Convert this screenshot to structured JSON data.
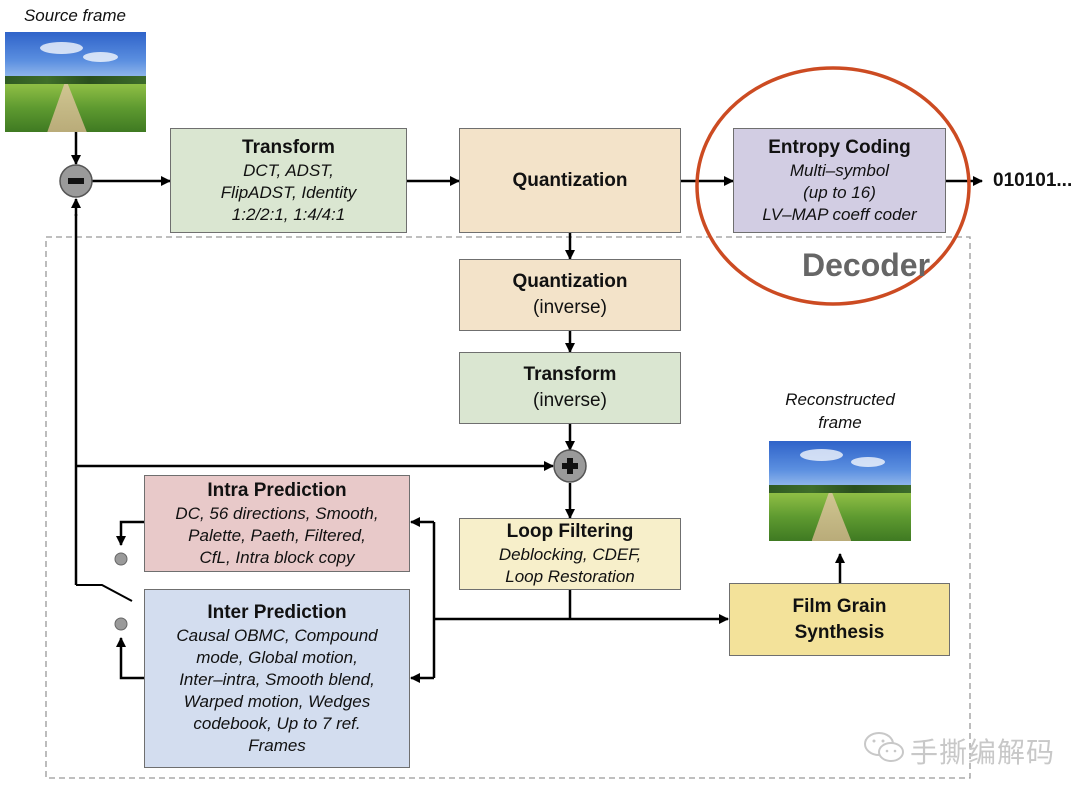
{
  "labels": {
    "source_frame": "Source frame",
    "reconstructed_frame_line1": "Reconstructed",
    "reconstructed_frame_line2": "frame",
    "bitstream": "010101...",
    "decoder": "Decoder",
    "watermark": "手撕编解码"
  },
  "operators": {
    "subtract": "minus",
    "add": "plus"
  },
  "blocks": {
    "transform": {
      "title": "Transform",
      "lines": [
        "DCT, ADST,",
        "FlipADST, Identity",
        "1:2/2:1, 1:4/4:1"
      ],
      "color": "#dae6d1"
    },
    "quantization": {
      "title": "Quantization",
      "color": "#f3e3c9"
    },
    "entropy_coding": {
      "title": "Entropy Coding",
      "lines": [
        "Multi–symbol",
        "(up to 16)",
        "LV–MAP coeff coder"
      ],
      "color": "#d2cde3"
    },
    "quantization_inverse": {
      "title_lines": [
        "Quantization",
        "(inverse)"
      ],
      "color": "#f3e3c9"
    },
    "transform_inverse": {
      "title_lines": [
        "Transform",
        "(inverse)"
      ],
      "color": "#dae6d1"
    },
    "intra_prediction": {
      "title": "Intra Prediction",
      "lines": [
        "DC, 56 directions, Smooth,",
        "Palette, Paeth, Filtered,",
        "CfL, Intra block copy"
      ],
      "color": "#e8c9c9"
    },
    "inter_prediction": {
      "title": "Inter Prediction",
      "lines": [
        "Causal OBMC, Compound",
        "mode, Global motion,",
        "Inter–intra, Smooth blend,",
        "Warped motion, Wedges",
        "codebook, Up to 7 ref.",
        "Frames"
      ],
      "color": "#d3ddef"
    },
    "loop_filtering": {
      "title": "Loop Filtering",
      "lines": [
        "Deblocking, CDEF,",
        "Loop Restoration"
      ],
      "color": "#f7efca"
    },
    "film_grain": {
      "title_lines": [
        "Film Grain",
        "Synthesis"
      ],
      "color": "#f3e29a"
    }
  },
  "colors": {
    "highlight_circle": "#cc4b22",
    "arrow": "#000000",
    "decoder_border": "#999999",
    "operator_fill": "#9a9a9a"
  }
}
